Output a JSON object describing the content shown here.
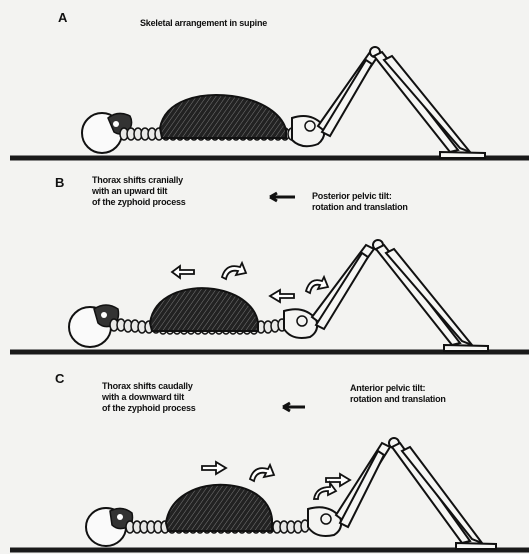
{
  "panels": [
    {
      "letter": "A",
      "caption": "Skeletal arrangement in supine"
    },
    {
      "letter": "B",
      "left_text": [
        "Thorax shifts cranially",
        "with an upward tilt",
        "of the zyphoid process"
      ],
      "right_text": [
        "Posterior pelvic tilt:",
        "rotation and translation"
      ]
    },
    {
      "letter": "C",
      "left_text": [
        "Thorax shifts caudally",
        "with a downward tilt",
        "of the zyphoid process"
      ],
      "right_text": [
        "Anterior pelvic tilt:",
        "rotation and translation"
      ]
    }
  ],
  "colors": {
    "ink": "#111111",
    "paper": "#f3f3f1",
    "floor": "#1a1a1a"
  }
}
